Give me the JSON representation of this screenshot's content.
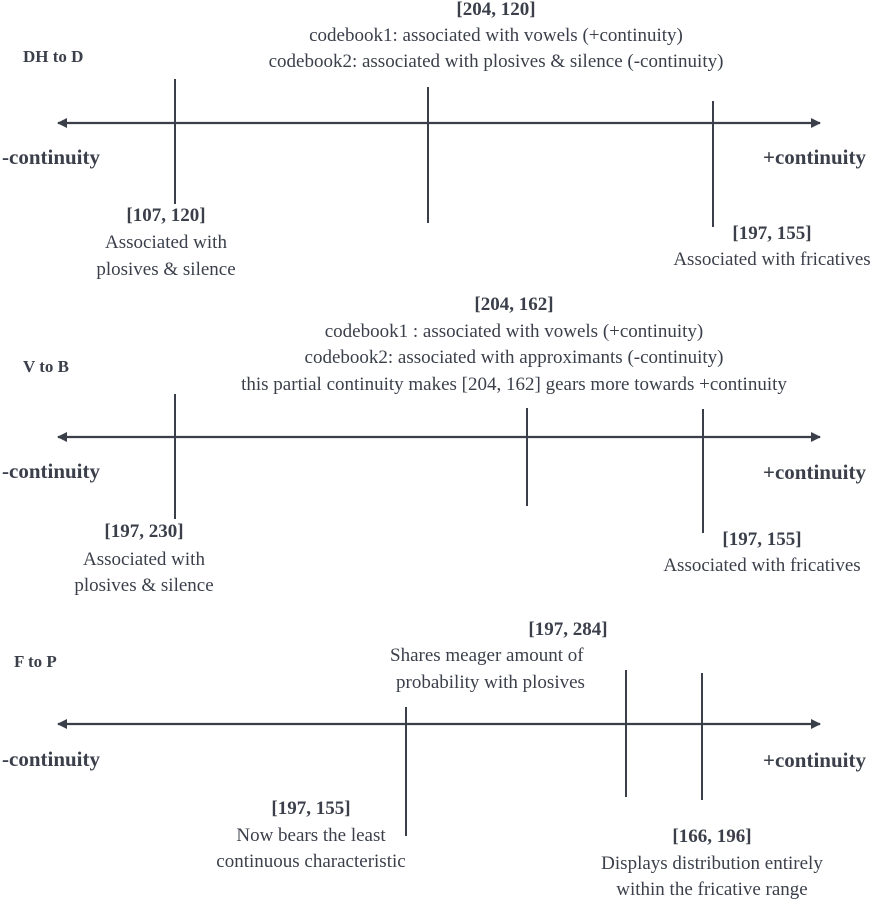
{
  "panels": [
    {
      "label": "DH to D",
      "minus": "-continuity",
      "plus": "+continuity",
      "top_note": {
        "title": "[204, 120]",
        "lines": [
          "codebook1: associated with vowels (+continuity)",
          "codebook2: associated with plosives & silence (-continuity)"
        ]
      },
      "markers": [
        {
          "title": "[107, 120]",
          "lines": [
            "Associated with",
            "plosives & silence"
          ]
        },
        {
          "title": "[197, 155]",
          "lines": [
            "Associated with fricatives"
          ]
        }
      ]
    },
    {
      "label": "V to B",
      "minus": "-continuity",
      "plus": "+continuity",
      "top_note": {
        "title": "[204, 162]",
        "lines": [
          "codebook1 : associated with vowels (+continuity)",
          "codebook2: associated with approximants (-continuity)",
          "this partial continuity makes [204, 162] gears more towards +continuity"
        ]
      },
      "markers": [
        {
          "title": "[197, 230]",
          "lines": [
            "Associated with",
            "plosives & silence"
          ]
        },
        {
          "title": "[197, 155]",
          "lines": [
            "Associated with fricatives"
          ]
        }
      ]
    },
    {
      "label": "F to P",
      "minus": "-continuity",
      "plus": "+continuity",
      "markers": [
        {
          "title": "[197, 284]",
          "lines": [
            "Shares meager amount of",
            "probability with plosives"
          ]
        },
        {
          "title": "[197, 155]",
          "lines": [
            "Now bears the least",
            "continuous characteristic"
          ]
        },
        {
          "title": "[166, 196]",
          "lines": [
            "Displays distribution entirely",
            "within the fricative range"
          ]
        }
      ]
    }
  ]
}
